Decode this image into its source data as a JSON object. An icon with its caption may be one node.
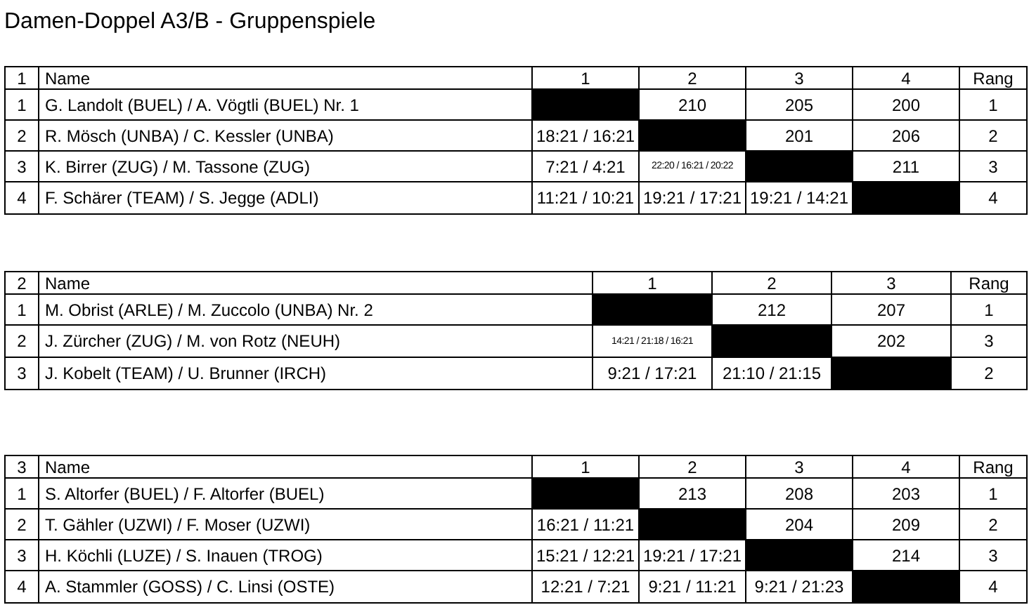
{
  "diagram": {
    "title": "Damen-Doppel A3/B - Gruppenspiele",
    "labels": [
      "1",
      "Name",
      "1",
      "2",
      "3",
      "4",
      "Rang",
      "1",
      "G. Landolt (BUEL) / A. Vögtli (BUEL) Nr. 1",
      "210",
      "205",
      "200",
      "1",
      "2",
      "R. Mösch (UNBA) / C. Kessler (UNBA)",
      "18:21 / 16:21",
      "201",
      "206",
      "2",
      "3",
      "K. Birrer (ZUG) / M. Tassone (ZUG)",
      "7:21 / 4:21",
      "22:20 / 16:21 / 20:22",
      "211",
      "3",
      "4",
      "F. Schärer (TEAM) / S. Jegge (ADLI)",
      "11:21 / 10:21",
      "19:21 / 17:21",
      "19:21 / 14:21",
      "4",
      "2",
      "Name",
      "1",
      "2",
      "3",
      "Rang",
      "1",
      "M. Obrist (ARLE) / M. Zuccolo (UNBA) Nr. 2",
      "212",
      "207",
      "1",
      "2",
      "J. Zürcher (ZUG) / M. von Rotz (NEUH)",
      "14:21 / 21:18 / 16:21",
      "202",
      "3",
      "3",
      "J. Kobelt (TEAM) / U. Brunner (IRCH)",
      "9:21 / 17:21",
      "21:10 / 21:15",
      "2",
      "3",
      "Name",
      "1",
      "2",
      "3",
      "4",
      "Rang",
      "1",
      "S. Altorfer (BUEL) / F. Altorfer (BUEL)",
      "213",
      "208",
      "203",
      "1",
      "2",
      "T. Gähler (UZWI) / F. Moser (UZWI)",
      "16:21 / 11:21",
      "204",
      "209",
      "2",
      "3",
      "H. Köchli (LUZE) / S. Inauen (TROG)",
      "15:21 / 12:21",
      "19:21 / 17:21",
      "214",
      "3",
      "4",
      "A. Stammler (GOSS) / C. Linsi (OSTE)",
      "12:21 / 7:21",
      "9:21 / 11:21",
      "9:21 / 21:23",
      "4"
    ]
  }
}
